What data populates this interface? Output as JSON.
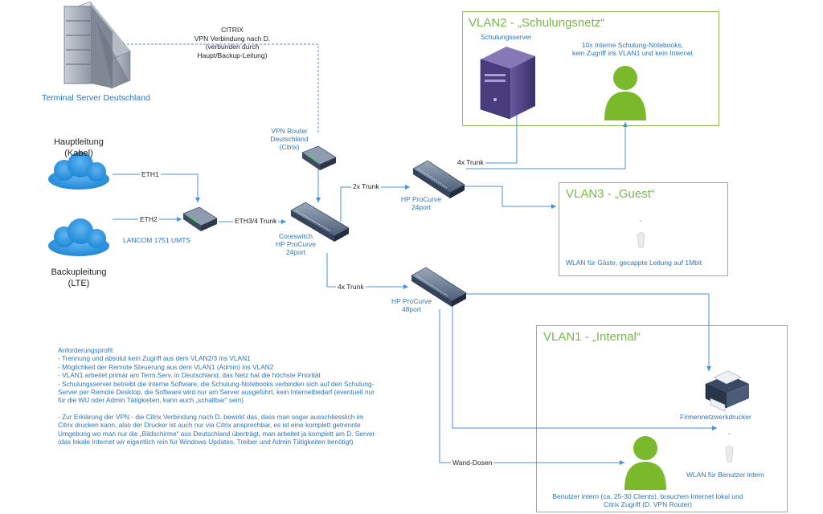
{
  "terminal_server": {
    "label": "Terminal Server Deutschland"
  },
  "citrix_note": {
    "line1": "CITRIX",
    "line2": "VPN Verbindung nach D.",
    "line3": "(verbunden durch",
    "line4": "Haupt/Backup-Leitung)"
  },
  "hauptleitung": {
    "line1": "Hauptleitung",
    "line2": "(Kabel)"
  },
  "backupleitung": {
    "line1": "Backupleitung",
    "line2": "(LTE)"
  },
  "links": {
    "eth1": "ETH1",
    "eth2": "ETH2",
    "eth34": "ETH3/4 Trunk",
    "trunk2x": "2x Trunk",
    "trunk4x_top": "4x Trunk",
    "trunk4x_bottom": "4x Trunk",
    "wand_dosen": "Wand-Dosen"
  },
  "lancom": {
    "label": "LANCOM 1751 UMTS"
  },
  "vpn_router": {
    "line1": "VPN Router",
    "line2": "Deutschland",
    "line3": "(Citrix)"
  },
  "coreswitch": {
    "line1": "Coreswitch",
    "line2": "HP ProCurve",
    "line3": "24port"
  },
  "hp24": {
    "line1": "HP ProCurve",
    "line2": "24port"
  },
  "hp48": {
    "line1": "HP ProCurve",
    "line2": "48port"
  },
  "vlan2": {
    "title": "VLAN2 - „Schulungsnetz“",
    "server_label": "Schulungsserver",
    "users_line1": "10x Interne Schulung-Notebooks,",
    "users_line2": "kein Zugriff ins VLAN1 und kein Internet"
  },
  "vlan3": {
    "title": "VLAN3 - „Guest“",
    "wlan_label": "WLAN für Gäste, gecappte Leitung auf 1Mbit"
  },
  "vlan1": {
    "title": "VLAN1 - „Internal“",
    "printer_label": "Firmennetzwerkdrucker",
    "wlan_label": "WLAN für Benutzer intern",
    "users_line1": "Benutzer intern (ca. 25-30 Clients), brauchen Internet lokal und",
    "users_line2": "Citrix Zugriff (D. VPN Router)"
  },
  "notes": {
    "lines": [
      "Anforderungsprofil:",
      "- Trennung und absolut kein Zugriff aus dem VLAN2/3 ins VLAN1",
      "- Möglichkeit der Remote Steuerung aus dem VLAN1 (Admin) ins VLAN2",
      "- VLAN1 arbeitet primär am Term.Serv. in Deutschland, das Netz hat die höchste Priorität",
      "- Schulungsserver betreibt die interne Software, die Schulung-Notebooks verbinden sich auf den Schulung-",
      "Server per Remote Desktop, die Software wird nur am Server ausgeführt, kein Internetbedarf (eventuell nur",
      "für die WU oder Admin Tätigkeiten, kann auch „schaltbar“ sein)",
      "",
      "- Zur Erklärung der VPN - die Citrix Verbindung nach D. bewirkt das, dass man sogar ausschliesslich im",
      "Citrix drucken kann, also der Drucker ist auch nur via Citrix ansprechbar, es ist eine komplett getrennte",
      "Umgebung wo man nur die „Bildschirme“ aus Deutschland überträgt, man arbeitet ja komplett am D. Server",
      "(das lokale Internet wir eigentlich rein für Windows Updates, Treiber und Admin Tätigkeiten benötigt)"
    ]
  },
  "colors": {
    "line": "#4a90d9",
    "vlan_border": "#8fbf52",
    "vlan_title": "#7ab648",
    "person": "#7ab82c",
    "label_blue": "#2e75b6"
  }
}
